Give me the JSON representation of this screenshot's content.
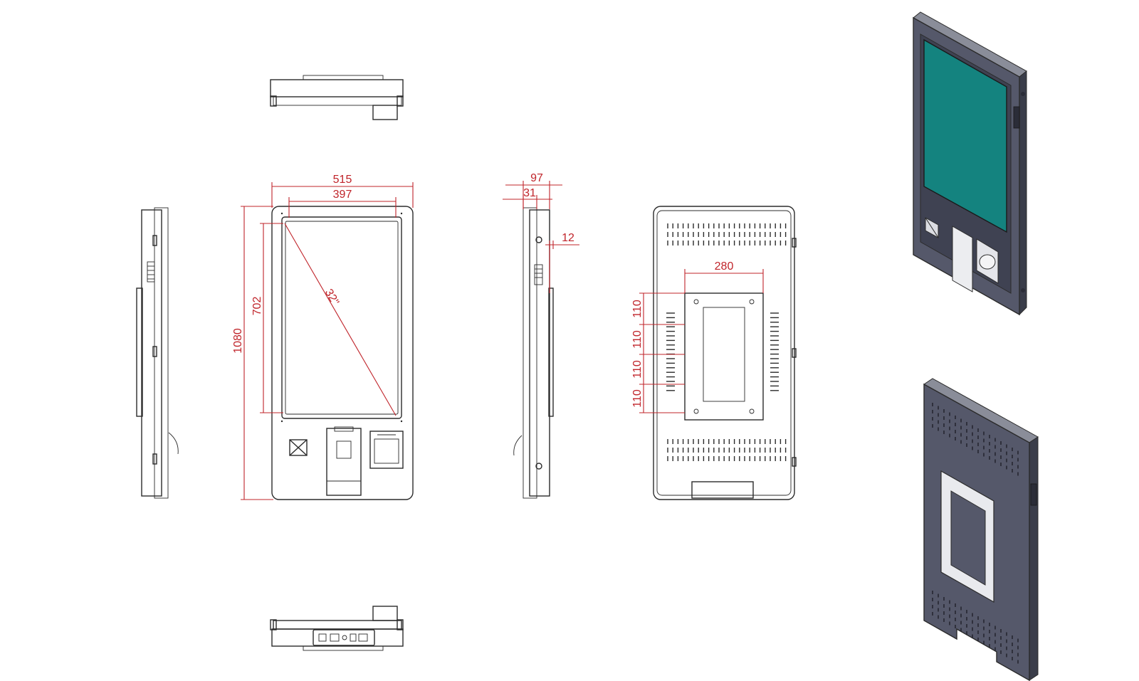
{
  "colors": {
    "line": "#2b2b2b",
    "dimension": "#c0242a",
    "screen": "#14837f",
    "body_dark": "#4a4d5c",
    "body_mid": "#6a6e80",
    "background": "#ffffff"
  },
  "front_view": {
    "width_outer": "515",
    "width_screen": "397",
    "height_total": "1080",
    "height_screen": "702",
    "diagonal": "32\""
  },
  "side_view": {
    "depth_total": "97",
    "depth_front": "31",
    "offset": "12"
  },
  "back_view": {
    "vesa_width": "280",
    "vesa_spacing": [
      "110",
      "110",
      "110",
      "110"
    ]
  },
  "icons": [
    "qr-scanner-icon",
    "card-reader-icon",
    "receipt-printer-icon"
  ]
}
